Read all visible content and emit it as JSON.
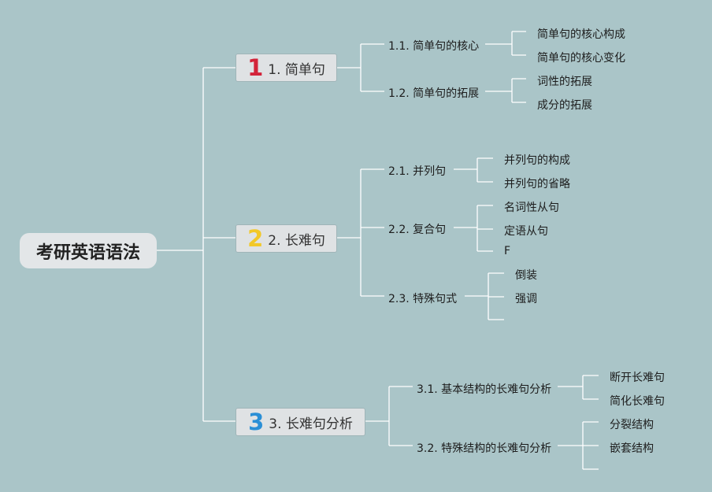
{
  "root": {
    "label": "考研英语语法"
  },
  "topics": [
    {
      "icon_number": "1",
      "icon_color": "#d3243a",
      "label": "1. 简单句",
      "children": [
        {
          "label": "1.1. 简单句的核心",
          "children": [
            "简单句的核心构成",
            "简单句的核心变化"
          ]
        },
        {
          "label": "1.2. 简单句的拓展",
          "children": [
            "词性的拓展",
            "成分的拓展"
          ]
        }
      ]
    },
    {
      "icon_number": "2",
      "icon_color": "#f2c828",
      "label": "2. 长难句",
      "children": [
        {
          "label": "2.1. 并列句",
          "children": [
            "并列句的构成",
            "并列句的省略"
          ]
        },
        {
          "label": "2.2. 复合句",
          "children": [
            "名词性从句",
            "定语从句",
            "F"
          ]
        },
        {
          "label": "2.3. 特殊句式",
          "children": [
            "倒装",
            "强调",
            ""
          ]
        }
      ]
    },
    {
      "icon_number": "3",
      "icon_color": "#2a8fd6",
      "label": "3. 长难句分析",
      "children": [
        {
          "label": "3.1. 基本结构的长难句分析",
          "children": [
            "断开长难句",
            "简化长难句"
          ]
        },
        {
          "label": "3.2. 特殊结构的长难句分析",
          "children": [
            "分裂结构",
            "嵌套结构",
            ""
          ]
        }
      ]
    }
  ],
  "colors": {
    "background": "#aac5c8",
    "connector": "#ffffff",
    "node_fill": "#dfe2e4"
  }
}
